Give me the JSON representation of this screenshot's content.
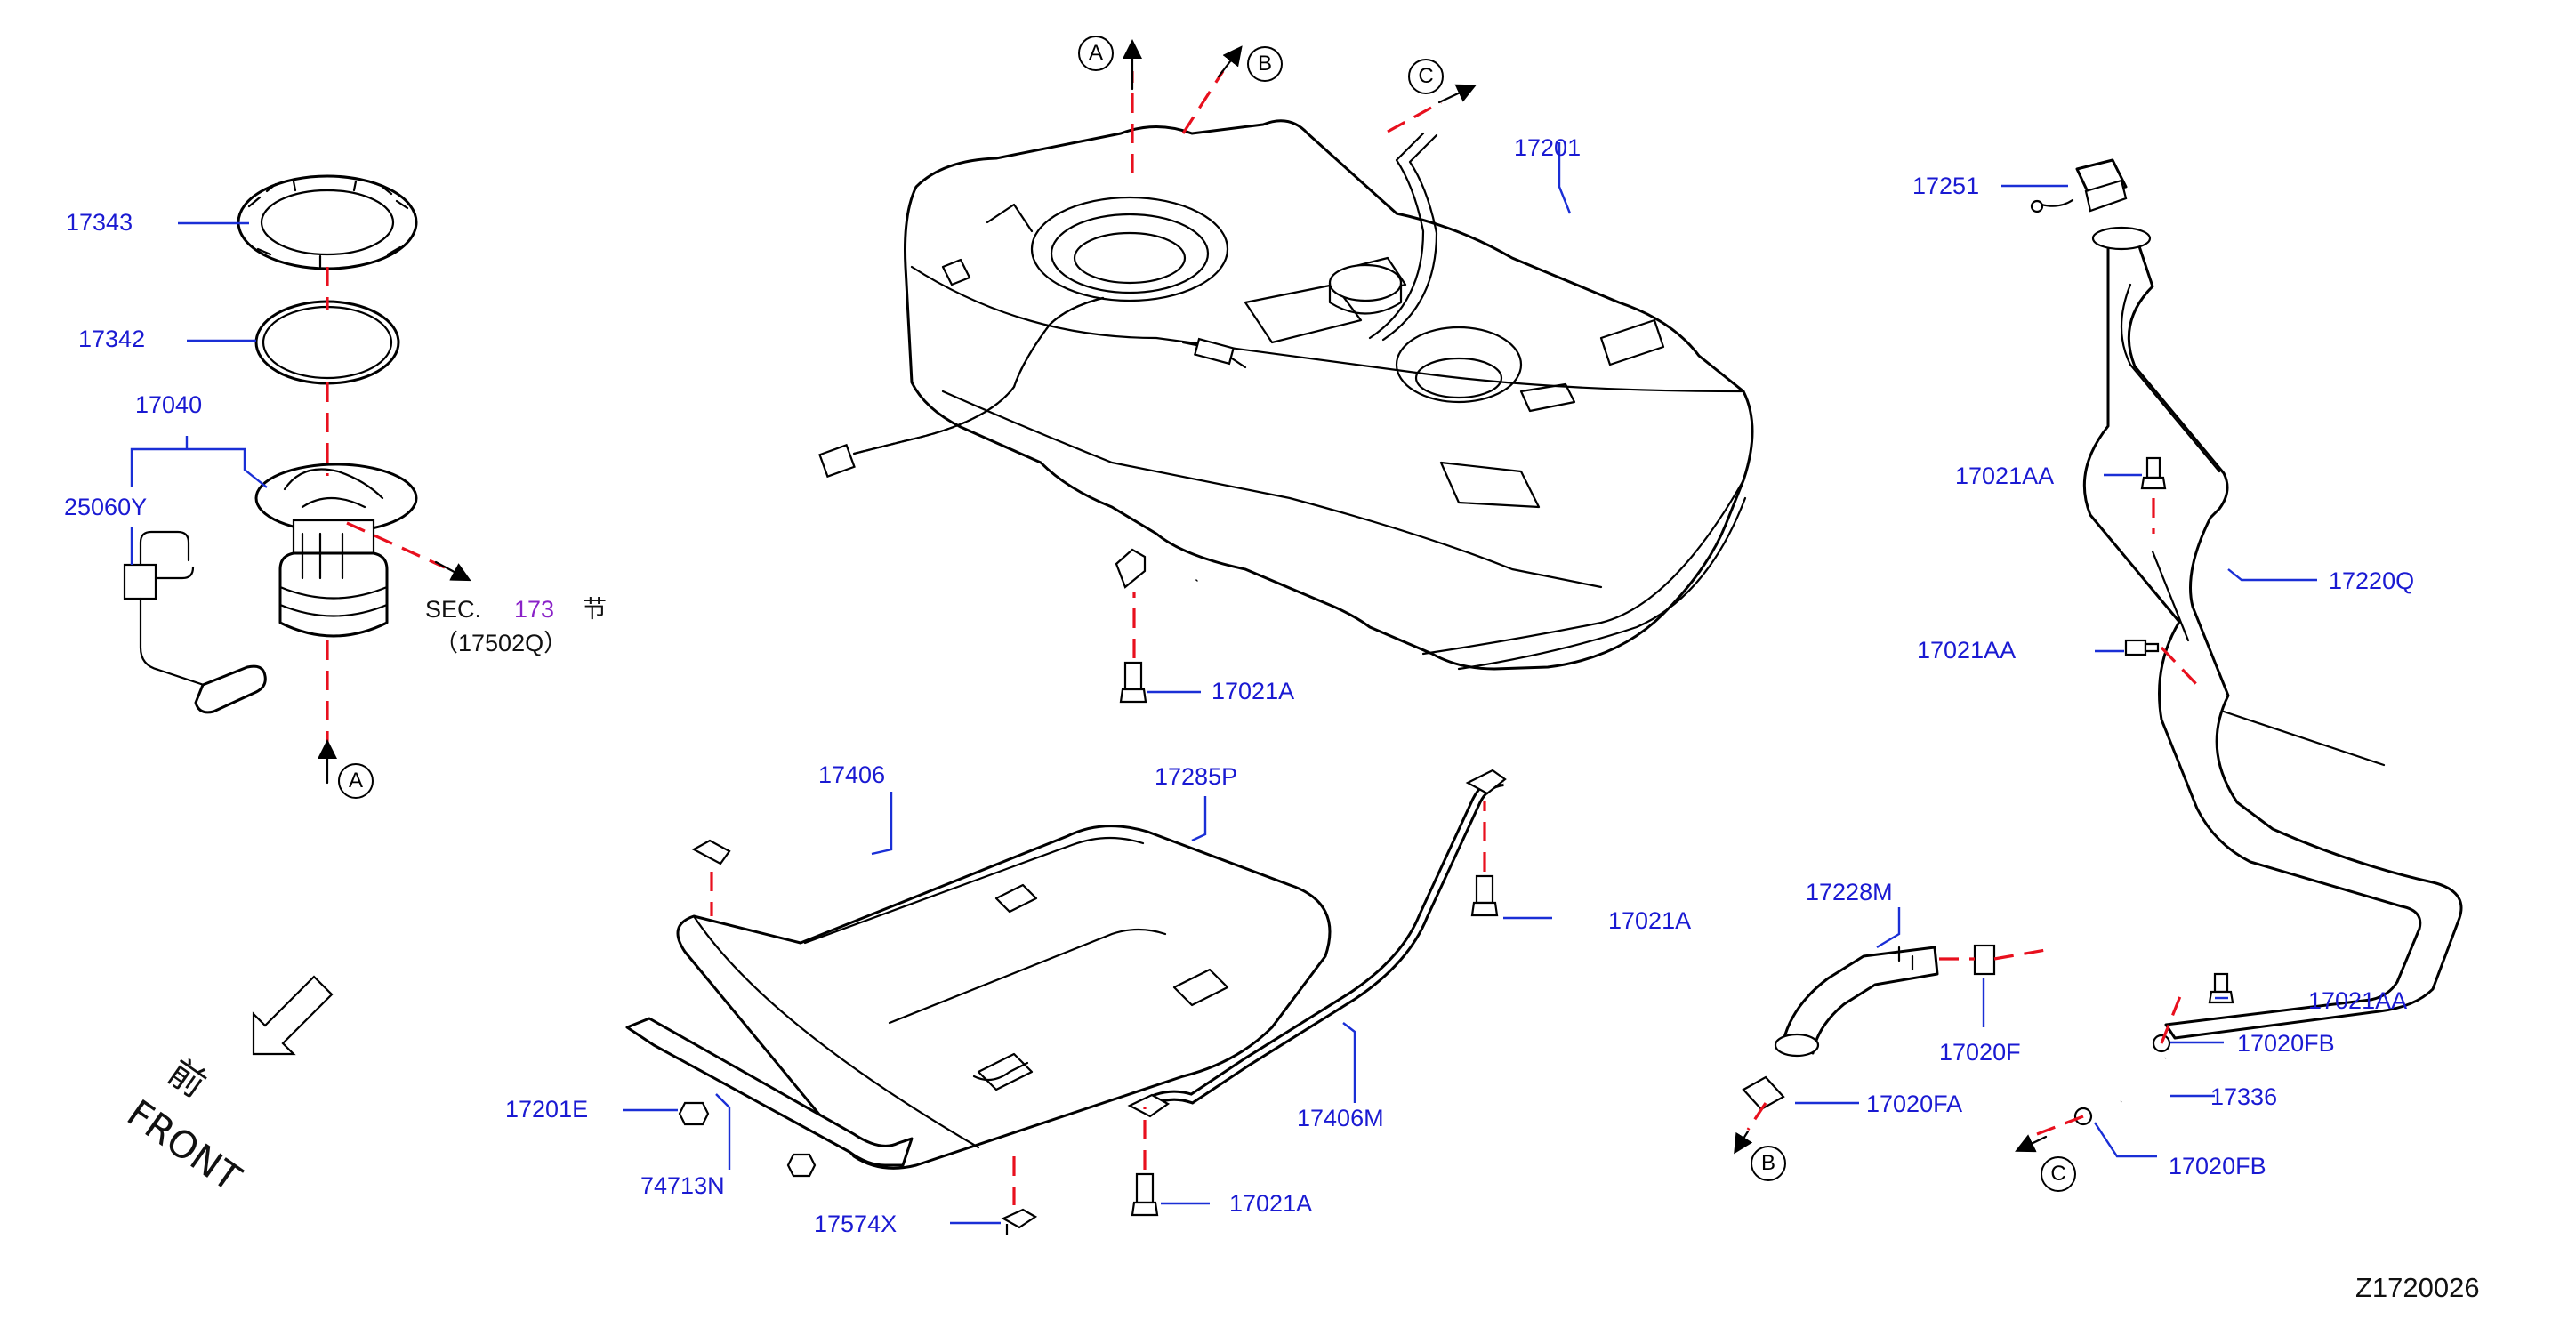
{
  "diagram_id": "Z1720026",
  "section_ref": {
    "prefix": "SEC.",
    "number": "173",
    "suffix": "节",
    "part": "（17502Q）"
  },
  "front_indicator": {
    "chinese": "前",
    "english": "FRONT"
  },
  "connectors": {
    "a_top": "A",
    "a_bottom": "A",
    "b_top": "B",
    "b_bottom": "B",
    "c_top": "C",
    "c_bottom": "C"
  },
  "labels": {
    "p17343": "17343",
    "p17342": "17342",
    "p17040": "17040",
    "p25060Y": "25060Y",
    "p17201": "17201",
    "p17406": "17406",
    "p17285P": "17285P",
    "p17021A_1": "17021A",
    "p17021A_2": "17021A",
    "p17021A_3": "17021A",
    "p17201E": "17201E",
    "p74713N": "74713N",
    "p17574X": "17574X",
    "p17406M": "17406M",
    "p17251": "17251",
    "p17021AA_1": "17021AA",
    "p17021AA_2": "17021AA",
    "p17021AA_3": "17021AA",
    "p17220Q": "17220Q",
    "p17228M": "17228M",
    "p17020F": "17020F",
    "p17020FA": "17020FA",
    "p17020FB_1": "17020FB",
    "p17020FB_2": "17020FB",
    "p17336": "17336"
  }
}
